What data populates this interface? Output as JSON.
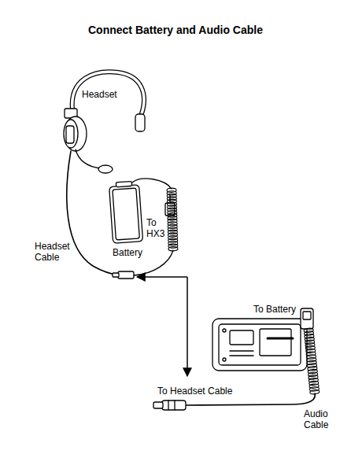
{
  "diagram": {
    "title": "Connect Battery and Audio Cable",
    "labels": [
      "Headset",
      "Headset Cable",
      "Battery",
      "To HX3",
      "To Battery",
      "To Headset Cable",
      "Audio Cable"
    ]
  }
}
